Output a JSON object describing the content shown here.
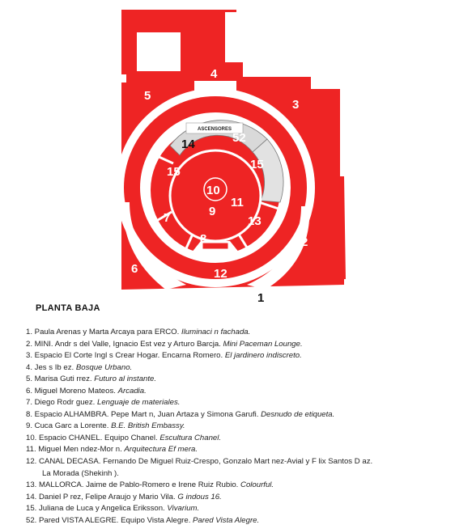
{
  "plan": {
    "colors": {
      "red": "#ee2424",
      "white": "#ffffff",
      "gray": "#d9d9d9",
      "dark": "#111111"
    },
    "center_label": "ASCENSORES",
    "space_labels": [
      {
        "id": "l1",
        "text": "1"
      },
      {
        "id": "l2",
        "text": "2"
      },
      {
        "id": "l3",
        "text": "3"
      },
      {
        "id": "l4",
        "text": "4"
      },
      {
        "id": "l5",
        "text": "5"
      },
      {
        "id": "l6",
        "text": "6"
      },
      {
        "id": "l7",
        "text": "7"
      },
      {
        "id": "l8",
        "text": "8"
      },
      {
        "id": "l9",
        "text": "9"
      },
      {
        "id": "l10",
        "text": "10"
      },
      {
        "id": "l11",
        "text": "11"
      },
      {
        "id": "l12",
        "text": "12"
      },
      {
        "id": "l13",
        "text": "13"
      },
      {
        "id": "l14",
        "text": "14"
      },
      {
        "id": "l15a",
        "text": "15"
      },
      {
        "id": "l15b",
        "text": "15"
      },
      {
        "id": "l52",
        "text": "52"
      }
    ]
  },
  "legend": {
    "heading": "PLANTA BAJA",
    "items": [
      {
        "text": "1. Paula Arenas y Marta Arcaya para ERCO. ",
        "title": "Iluminaci   n fachada."
      },
      {
        "text": "2. MINI. Andr   s del Valle, Ignacio Est   vez y Arturo Barcja. ",
        "title": "Mini Paceman Lounge."
      },
      {
        "text": "3. Espacio El Corte Ingl   s Crear Hogar. Encarna Romero. ",
        "title": "El jardinero indiscreto."
      },
      {
        "text": "4. Jes   s Ib      ez. ",
        "title": "Bosque Urbano."
      },
      {
        "text": "5. Marisa Guti   rrez. ",
        "title": "Futuro al instante."
      },
      {
        "text": "6. Miguel Moreno Mateos. ",
        "title": "Arcadia."
      },
      {
        "text": "7. Diego Rodr   guez. ",
        "title": "Lenguaje de materiales."
      },
      {
        "text": "8. Espacio ALHAMBRA. Pepe Mart   n, Juan Artaza y Simona Garufi. ",
        "title": "Desnudo de etiqueta."
      },
      {
        "text": "9. Cuca Garc   a Lorente. ",
        "title": "B.E. British Embassy."
      },
      {
        "text": "10. Espacio CHANEL. Equipo Chanel. ",
        "title": "Escultura Chanel."
      },
      {
        "text": "11. Miguel Men   ndez-Mor   n. ",
        "title": "Arquitectura Ef   mera."
      },
      {
        "text": "12. CANAL DECASA. Fernando De Miguel Ruiz-Crespo, Gonzalo Mart   nez-Avial y F   lix Santos D   az.",
        "title": "",
        "cont": "La Morada (Shekinh   )."
      },
      {
        "text": "13. MALLORCA. Jaime de Pablo-Romero e Irene Ruiz Rubio. ",
        "title": "Colourful."
      },
      {
        "text": "14. Daniel P   rez, Felipe Araujo y Mario Vila. ",
        "title": "G   indous 16."
      },
      {
        "text": "15. Juliana de Luca y Angelica Eriksson. ",
        "title": "Vivarium."
      },
      {
        "text": "52. Pared VISTA ALEGRE. Equipo Vista Alegre. ",
        "title": "Pared Vista Alegre."
      }
    ]
  }
}
